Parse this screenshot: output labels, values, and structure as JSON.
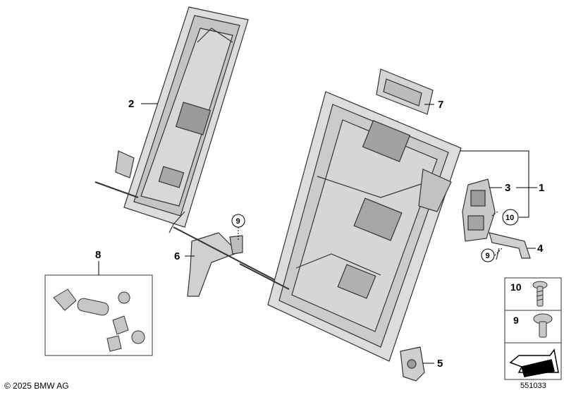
{
  "callouts": {
    "c1": "1",
    "c2": "2",
    "c3": "3",
    "c4": "4",
    "c5": "5",
    "c6": "6",
    "c7": "7",
    "c8": "8"
  },
  "circled": {
    "near6": "9",
    "near3": "10",
    "near4": "9"
  },
  "legend": {
    "row1": "10",
    "row2": "9"
  },
  "footer": {
    "copyright": "© 2025 BMW AG",
    "diagram_id": "551033"
  }
}
